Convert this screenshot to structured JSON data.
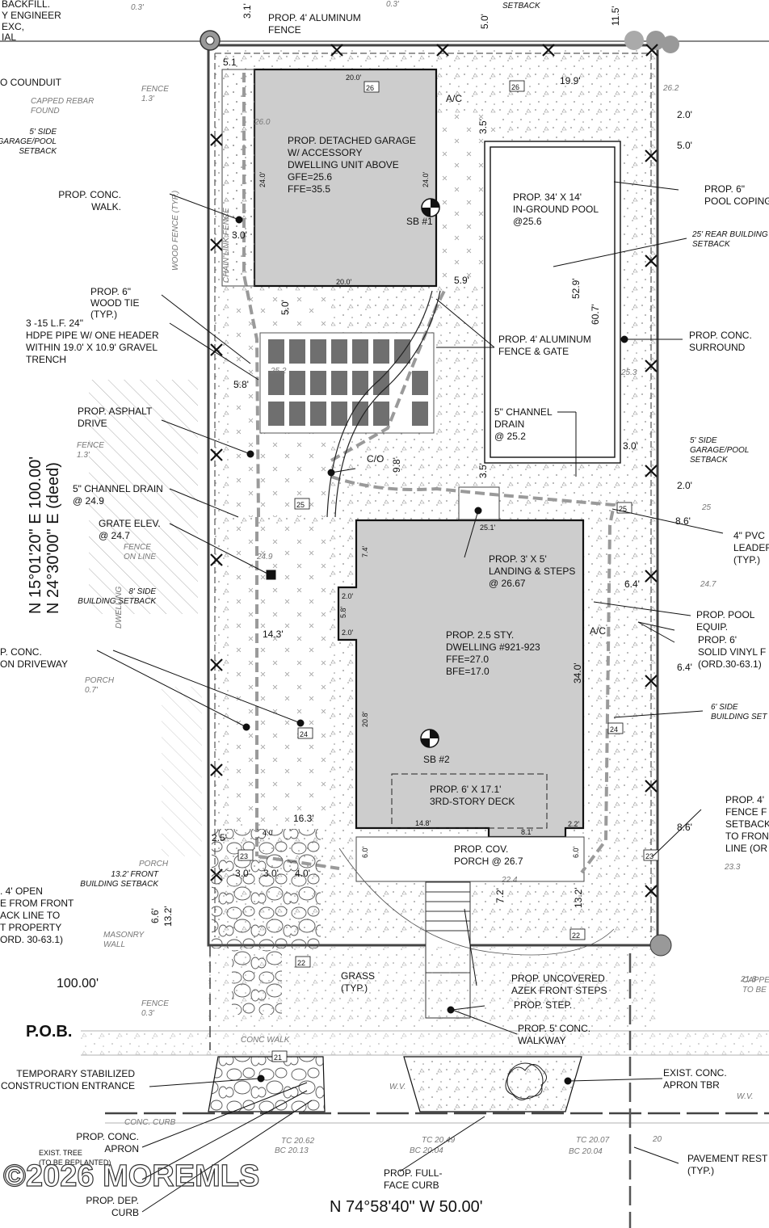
{
  "top_notes": {
    "backfill": "BACKFILL.",
    "engineer": "Y ENGINEER",
    "exc": "EXC,",
    "ial": "IAL",
    "conduit": "O COUNDUIT",
    "fence_top": "0.3'",
    "fence_top2": "0.3'",
    "setback_top": "SETBACK"
  },
  "labels": {
    "alum_fence_top": [
      "PROP. 4' ALUMINUM",
      "FENCE"
    ],
    "capped_rebar": [
      "CAPPED REBAR",
      "FOUND"
    ],
    "fence_13": [
      "FENCE",
      "1.3'"
    ],
    "side_setback_5": [
      "5' SIDE",
      "GARAGE/POOL",
      "SETBACK"
    ],
    "conc_walk": [
      "PROP. CONC.",
      "WALK."
    ],
    "wood_fence": "WOOD FENCE (TYP.)",
    "chain_fence": "CHAIN LINK FENCE",
    "wood_tie": [
      "PROP. 6\"",
      "WOOD TIE",
      "(TYP.)"
    ],
    "hdpe": [
      "3 -15 L.F. 24\"",
      "HDPE PIPE W/ ONE HEADER",
      "WITHIN 19.0' X 10.9' GRAVEL",
      "TRENCH"
    ],
    "asphalt": [
      "PROP. ASPHALT",
      "DRIVE"
    ],
    "fence_13b": [
      "FENCE",
      "1.3'"
    ],
    "channel_249": [
      "5\" CHANNEL DRAIN",
      "@ 24.9"
    ],
    "grate": [
      "GRATE ELEV.",
      "@ 24.7"
    ],
    "fence_on_line": [
      "FENCE",
      "ON LINE"
    ],
    "side_setback_8": [
      "8' SIDE",
      "BUILDING SETBACK"
    ],
    "dwelling_left": "DWELLING",
    "conc_driveway": [
      "P. CONC.",
      "ON DRIVEWAY"
    ],
    "porch_left": [
      "PORCH",
      "0.7'"
    ],
    "porch_left2": "PORCH",
    "front_setback": [
      "13.2' FRONT",
      "BUILDING SETBACK"
    ],
    "open_fence": [
      ". 4' OPEN",
      "E FROM FRONT",
      "ACK LINE TO",
      "T PROPERTY",
      "ORD. 30-63.1)"
    ],
    "masonry": [
      "MASONRY",
      "WALL"
    ],
    "fence_03": [
      "FENCE",
      "0.3'"
    ],
    "pob": "P.O.B.",
    "temp_entrance": [
      "TEMPORARY STABILIZED",
      "CONSTRUCTION ENTRANCE"
    ],
    "conc_apron": [
      "PROP. CONC.",
      "APRON"
    ],
    "dep_curb": [
      "PROP. DEP.",
      "CURB"
    ],
    "full_face": [
      "PROP. FULL-",
      "FACE CURB"
    ],
    "garage": [
      "PROP. DETACHED GARAGE",
      "W/ ACCESSORY",
      "DWELLING UNIT ABOVE",
      "GFE=25.6",
      "FFE=35.5"
    ],
    "sb1": "SB #1",
    "ac_top": "A/C",
    "pool": [
      "PROP. 34' X 14'",
      "IN-GROUND POOL",
      "@25.6"
    ],
    "alum_fence_gate": [
      "PROP. 4' ALUMINUM",
      "FENCE & GATE"
    ],
    "channel_252": [
      "5\" CHANNEL",
      "DRAIN",
      "@ 25.2"
    ],
    "co": "C/O",
    "landing": [
      "PROP. 3' X 5'",
      "LANDING & STEPS",
      "@ 26.67"
    ],
    "dwelling": [
      "PROP. 2.5 STY.",
      "DWELLING #921-923",
      "FFE=27.0",
      "BFE=17.0"
    ],
    "sb2": "SB #2",
    "deck": [
      "PROP. 6' X 17.1'",
      "3RD-STORY DECK"
    ],
    "cov_porch": [
      "PROP. COV.",
      "PORCH @ 26.7"
    ],
    "grass": [
      "GRASS",
      "(TYP.)"
    ],
    "azek": [
      "PROP. UNCOVERED",
      "AZEK FRONT STEPS"
    ],
    "step": "PROP. STEP.",
    "walkway": [
      "PROP. 5' CONC.",
      "WALKWAY"
    ],
    "exist_apron": [
      "EXIST. CONC.",
      "APRON TBR"
    ],
    "pavement": [
      "PAVEMENT REST",
      "(TYP.)"
    ],
    "pool_coping": [
      "PROP. 6\"",
      "POOL COPING"
    ],
    "rear_setback": [
      "25' REAR BUILDING",
      "SETBACK"
    ],
    "conc_surround": [
      "PROP. CONC.",
      "SURROUND"
    ],
    "side_setback_5b": [
      "5' SIDE",
      "GARAGE/POOL",
      "SETBACK"
    ],
    "pvc_leader": [
      "4\" PVC",
      "LEADER",
      "(TYP.)"
    ],
    "pool_equip": [
      "PROP. POOL",
      "EQUIP."
    ],
    "vinyl_fence": [
      "PROP. 6'",
      "SOLID VINYL F",
      "(ORD.30-63.1)"
    ],
    "ac_right": "A/C",
    "side_setback_6": [
      "6' SIDE",
      "BUILDING SET"
    ],
    "fence_right": [
      "PROP. 4'",
      "FENCE F",
      "SETBACK",
      "TO FRON",
      "LINE (OR"
    ],
    "capped_right": [
      "CAPPE",
      "TO BE"
    ],
    "conc_walk_street": "CONC WALK",
    "conc_curb": "CONC. CURB",
    "wv_left": "W.V.",
    "wv_right": "W.V.",
    "tc1": "TC 20.62",
    "bc1": "BC 20.13",
    "tc2": "TC 20.49",
    "bc2": "BC 20.04",
    "tc3": "TC 20.07",
    "bc3": "BC 20.04",
    "ex_tree": [
      "EXIST. TREE",
      "(TO BE REPLANTED)"
    ],
    "watermark": "©2026 MOREMLS"
  },
  "dimensions": {
    "d31": "3.1'",
    "d50top": "5.0'",
    "d115": "11.5'",
    "d51": "5.1",
    "d200a": "20.0'",
    "d240a": "24.0'",
    "d240b": "24.0'",
    "d200b": "20.0'",
    "d199": "19.9'",
    "d20a": "2.0'",
    "d50a": "5.0'",
    "d35a": "3.5'",
    "d30a": "3.0'",
    "d50b": "5.0'",
    "d59": "5.9'",
    "d529": "52.9'",
    "d607": "60.7'",
    "d58a": "5.8'",
    "d98": "9.8'",
    "d35b": "3.5'",
    "d30b": "3.0'",
    "d20b": "2.0'",
    "d86a": "8.6'",
    "d74": "7.4'",
    "d20c": "2.0'",
    "d58b": "5.8'",
    "d20d": "2.0'",
    "d143": "14.3'",
    "d251": "25.1'",
    "d64a": "6.4'",
    "d64b": "6.4'",
    "d340": "34.0'",
    "d208": "20.8'",
    "d163": "16.3'",
    "d148": "14.8'",
    "d81": "8.1'",
    "d22": "2.2'",
    "d86b": "8.6'",
    "d25": "2.5'",
    "d60a": "6.0'",
    "d60b": "6.0'",
    "d30c": "3.0'",
    "d30d": "3.0'",
    "d40": "4.0'",
    "d40b": "4.0",
    "d72": "7.2'",
    "d132a": "13.2'",
    "d66": "6.6'",
    "d132b": "13.2'",
    "d1000": "100.00'"
  },
  "bearings": {
    "left_bearing": "N 15°01'20\" E   100.00'",
    "left_deed": "N 24°30'00\" E   (deed)",
    "bottom_bearing": "N 74°58'40\" W   50.00'"
  },
  "contours": {
    "c26": "26",
    "c26b": "26",
    "c25": "25",
    "c25b": "25",
    "c24": "24",
    "c24b": "24",
    "c23": "23",
    "c23b": "23",
    "c22": "22",
    "c22b": "22",
    "c21": "21",
    "e262": "26.2",
    "e260": "26.0",
    "e253": "25.3",
    "e247": "24.7",
    "e233": "23.3",
    "e218": "21.8",
    "e224": "22.4",
    "e249": "24.9",
    "e252": "25.2",
    "e25": "25",
    "e20": "20"
  },
  "colors": {
    "building_fill": "#cdcdcd",
    "line": "#111111",
    "dashed_fence": "#9a9a9a",
    "stipple": "#8a8a8a"
  }
}
